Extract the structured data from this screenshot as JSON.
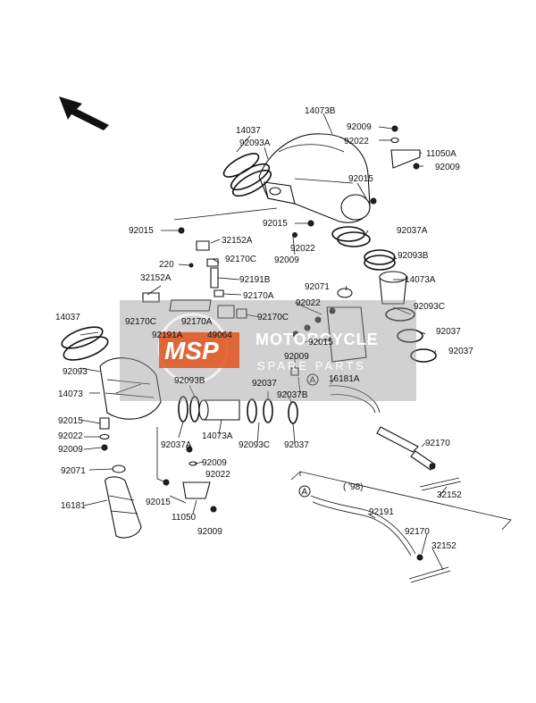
{
  "diagram": {
    "labels": {
      "p14073B": "14073B",
      "p14037_top": "14037",
      "p92093A": "92093A",
      "p92009_tr": "92009",
      "p92022_tr": "92022",
      "p11050A": "11050A",
      "p92009_tr2": "92009",
      "p92015_r": "92015",
      "p92015_l": "92015",
      "p92015_mid": "92015",
      "p32152A_1": "32152A",
      "p92022_mid": "92022",
      "p92009_mid": "92009",
      "p220": "220",
      "p92170C_1": "92170C",
      "p32152A_2": "32152A",
      "p92191B": "92191B",
      "p92037A_r": "92037A",
      "p92093B_r": "92093B",
      "p14073A_r": "14073A",
      "p92071_mid": "92071",
      "p92170A_1": "92170A",
      "p14037_left": "14037",
      "p92170C_2": "92170C",
      "p92170A_2": "92170A",
      "p92170C_3": "92170C",
      "p92022_r2": "92022",
      "p92093C_r": "92093C",
      "p92191A": "92191A",
      "p49064": "49064",
      "p92015_r2": "92015",
      "p92037_r": "92037",
      "p92037_r2": "92037",
      "p92093": "92093",
      "p92009_r3": "92009",
      "p92093B_l": "92093B",
      "p92037_mid": "92037",
      "p16181A": "16181A",
      "p14073": "14073",
      "p92037B": "92037B",
      "p92015_low": "92015",
      "p92022_low": "92022",
      "p92009_low": "92009",
      "p92037A_low": "92037A",
      "p14073A_low": "14073A",
      "p92093C_low": "92093C",
      "p92037_low": "92037",
      "p92170_r": "92170",
      "p92071_low": "92071",
      "p92009_b": "92009",
      "p92022_b": "92022",
      "p16181": "16181",
      "p92015_b": "92015",
      "p11050": "11050",
      "p92009_bb": "92009",
      "p32152_r": "32152",
      "p92191_inset": "92191",
      "p92170_inset": "92170",
      "p32152_inset": "32152",
      "inset_note": "( '98)",
      "callout_a1": "A",
      "callout_a2": "A"
    },
    "watermark": {
      "logo": "MSP",
      "title": "MOTORCYCLE",
      "subtitle": "SPARE PARTS"
    }
  }
}
